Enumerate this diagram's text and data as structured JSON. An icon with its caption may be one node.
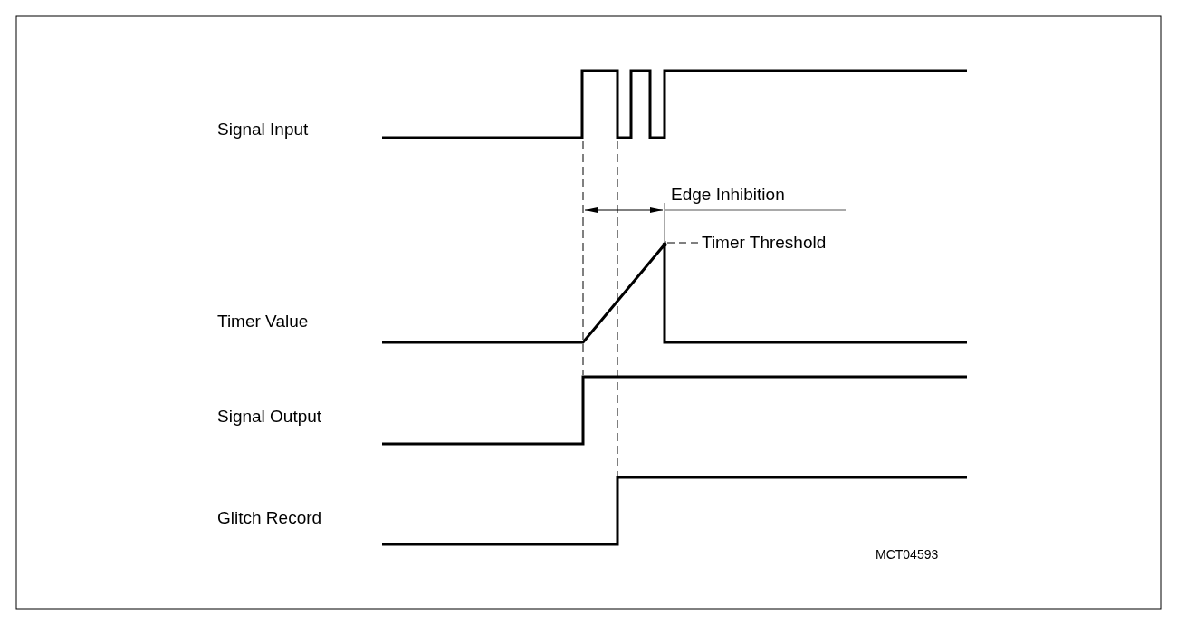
{
  "diagram": {
    "nodes": [
      {
        "text": [
          "Timer Threshold"
        ]
      },
      {
        "text": [],
        "shape": "point"
      }
    ],
    "edges": [
      {
        "from": 0,
        "to": 1,
        "arrow": "none",
        "style": "dashed"
      }
    ],
    "labels": [
      "Signal Input",
      "Edge Inhibition",
      "Timer Value",
      "Signal Output",
      "Glitch Record",
      "MCT04593"
    ]
  }
}
